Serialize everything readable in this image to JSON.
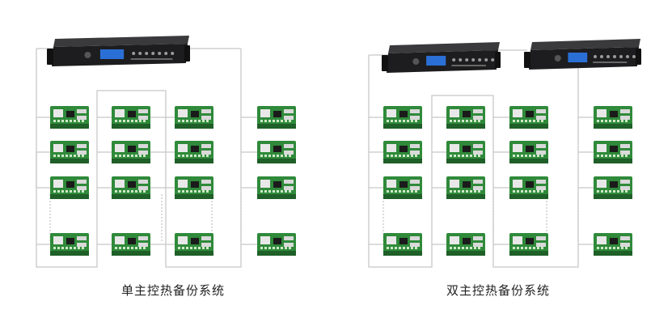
{
  "diagrams": [
    {
      "caption": "单主控热备份系统",
      "controller_count": 1,
      "receiver_columns": 4,
      "receiver_rows": 4
    },
    {
      "caption": "双主控热备份系统",
      "controller_count": 2,
      "receiver_columns": 4,
      "receiver_rows": 4
    }
  ],
  "colors": {
    "pcb": "#2f8a3a",
    "pcb_dark": "#1f5f28",
    "controller_body": "#1d1d1f",
    "controller_screen": "#2a6fd6",
    "cable": "#c8c8c8"
  },
  "icons": [
    "led-controller-icon",
    "receiver-card-icon"
  ]
}
